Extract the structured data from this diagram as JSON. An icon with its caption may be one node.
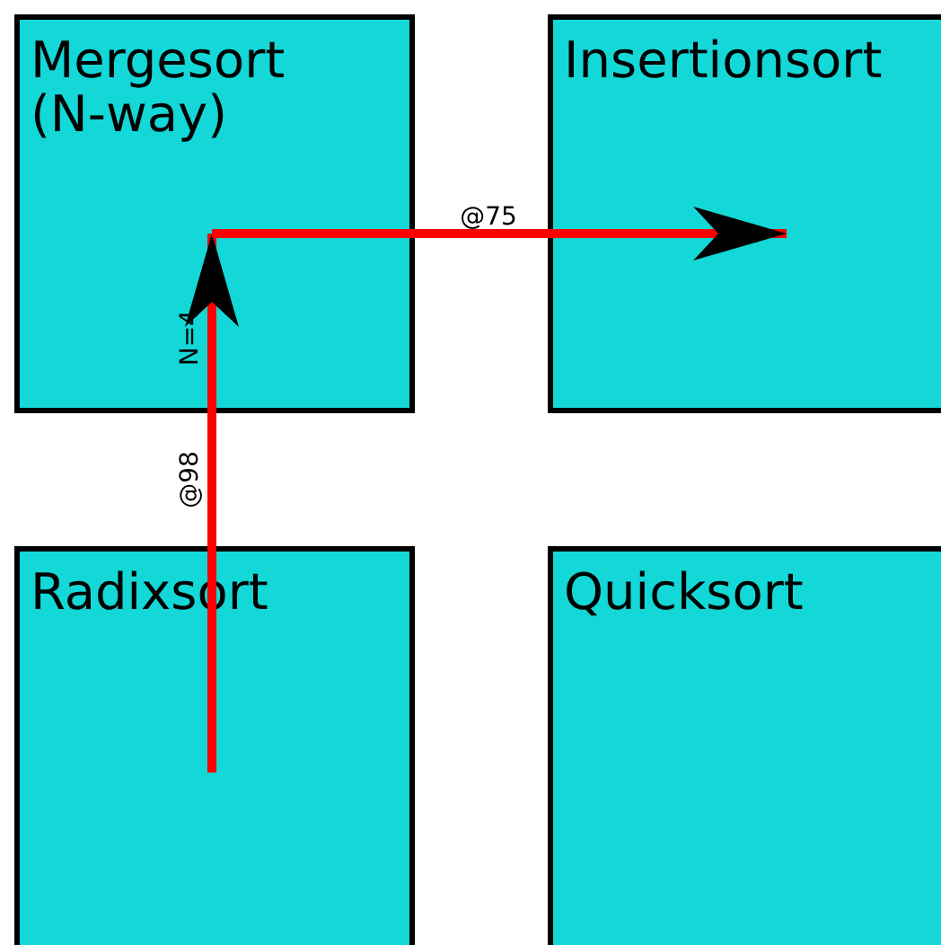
{
  "diagram": {
    "nodes": [
      {
        "text": [
          "Mergesort (N-way)"
        ]
      },
      {
        "text": [
          "Insertionsort"
        ]
      },
      {
        "text": [
          "Radixsort"
        ]
      },
      {
        "text": [
          "Quicksort"
        ]
      }
    ],
    "edges": [
      {
        "from": 2,
        "to": 0,
        "arrow": "to",
        "label": "@98"
      },
      {
        "from": 0,
        "to": 1,
        "arrow": "to",
        "label": "@75"
      }
    ],
    "labels": [
      "N=4"
    ]
  }
}
